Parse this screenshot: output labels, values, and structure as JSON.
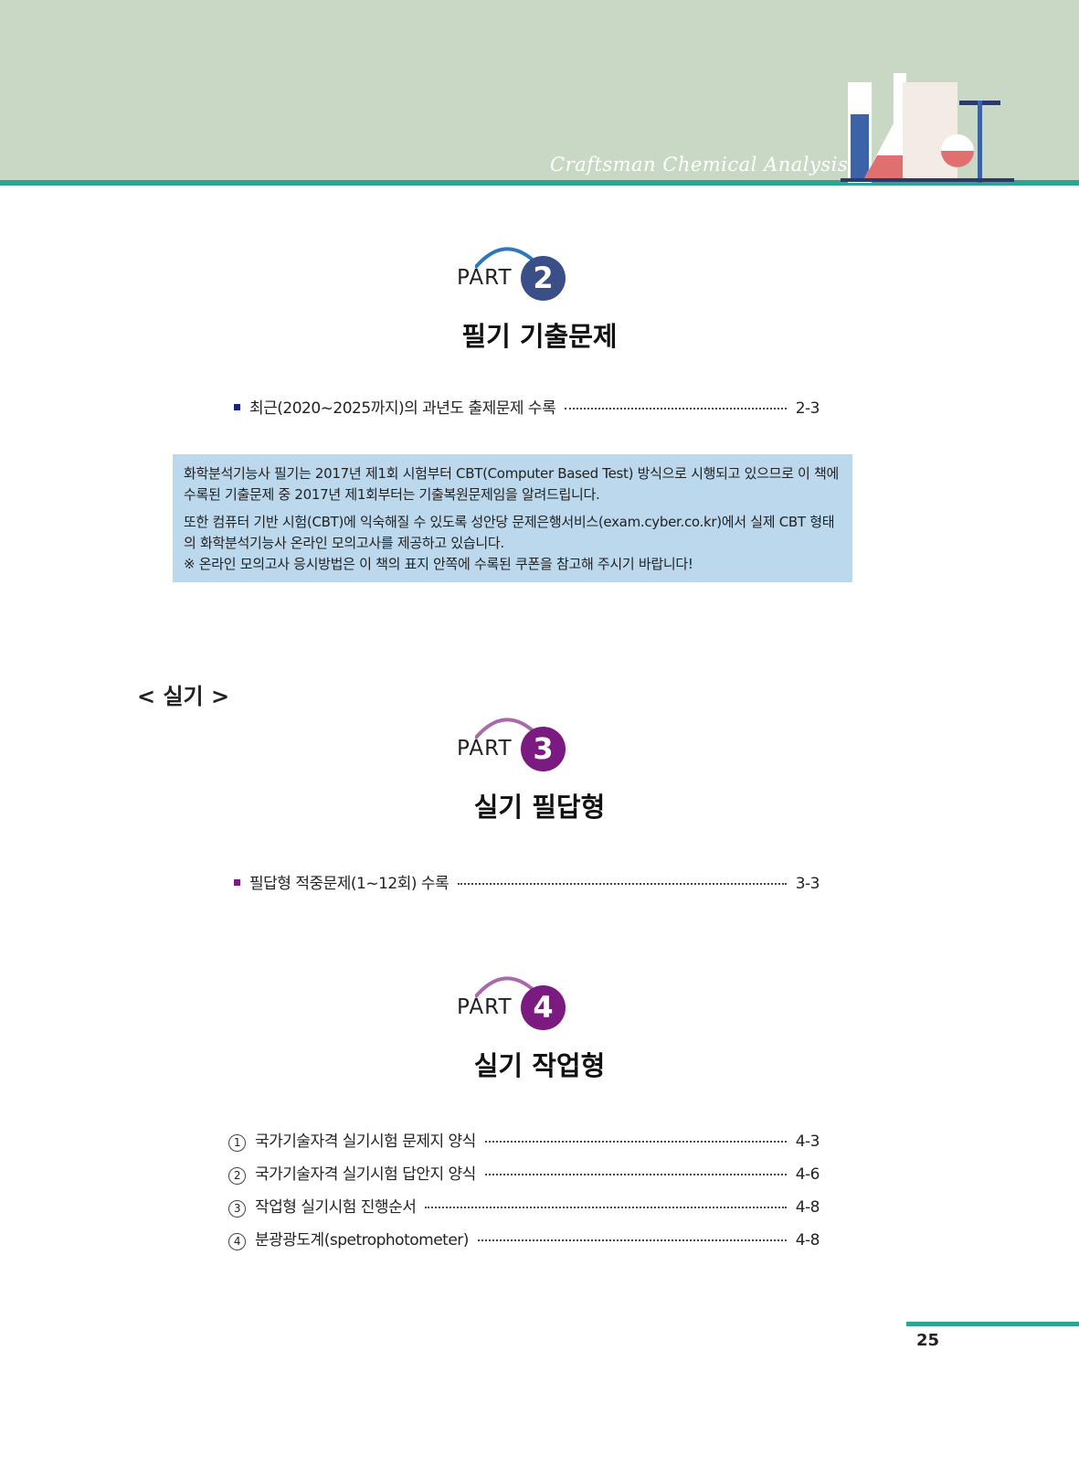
{
  "header": {
    "subtitle": "Craftsman Chemical Analysis",
    "accent": "#2aa593",
    "bg": "#c9d8c5"
  },
  "part2": {
    "label": "PART",
    "number": "2",
    "title": "필기 기출문제",
    "color": "#3a4f88",
    "toc": [
      {
        "text": "최근(2020~2025까지)의 과년도 출제문제 수록",
        "page": "2-3"
      }
    ],
    "note": [
      "화학분석기능사 필기는 2017년 제1회 시험부터 CBT(Computer Based Test) 방식으로 시행되고 있으므로 이 책에 수록된 기출문제 중 2017년 제1회부터는 기출복원문제임을 알려드립니다.",
      "또한 컴퓨터 기반 시험(CBT)에 익숙해질 수 있도록 성안당 문제은행서비스(exam.cyber.co.kr)에서 실제 CBT 형태의 화학분석기능사 온라인 모의고사를 제공하고 있습니다.",
      "※ 온라인 모의고사 응시방법은 이 책의 표지 안쪽에 수록된 쿠폰을 참고해 주시기 바랍니다!"
    ]
  },
  "section": "< 실기 >",
  "part3": {
    "label": "PART",
    "number": "3",
    "title": "실기 필답형",
    "color": "#7b1a80",
    "toc": [
      {
        "text": "필답형 적중문제(1~12회) 수록",
        "page": "3-3"
      }
    ]
  },
  "part4": {
    "label": "PART",
    "number": "4",
    "title": "실기 작업형",
    "color": "#7b1a80",
    "toc": [
      {
        "n": "1",
        "text": "국가기술자격 실기시험 문제지 양식",
        "page": "4-3"
      },
      {
        "n": "2",
        "text": "국가기술자격 실기시험 답안지 양식",
        "page": "4-6"
      },
      {
        "n": "3",
        "text": "작업형 실기시험 진행순서",
        "page": "4-8"
      },
      {
        "n": "4",
        "text": "분광광도계(spetrophotometer)",
        "page": "4-8"
      }
    ]
  },
  "page_number": "25"
}
